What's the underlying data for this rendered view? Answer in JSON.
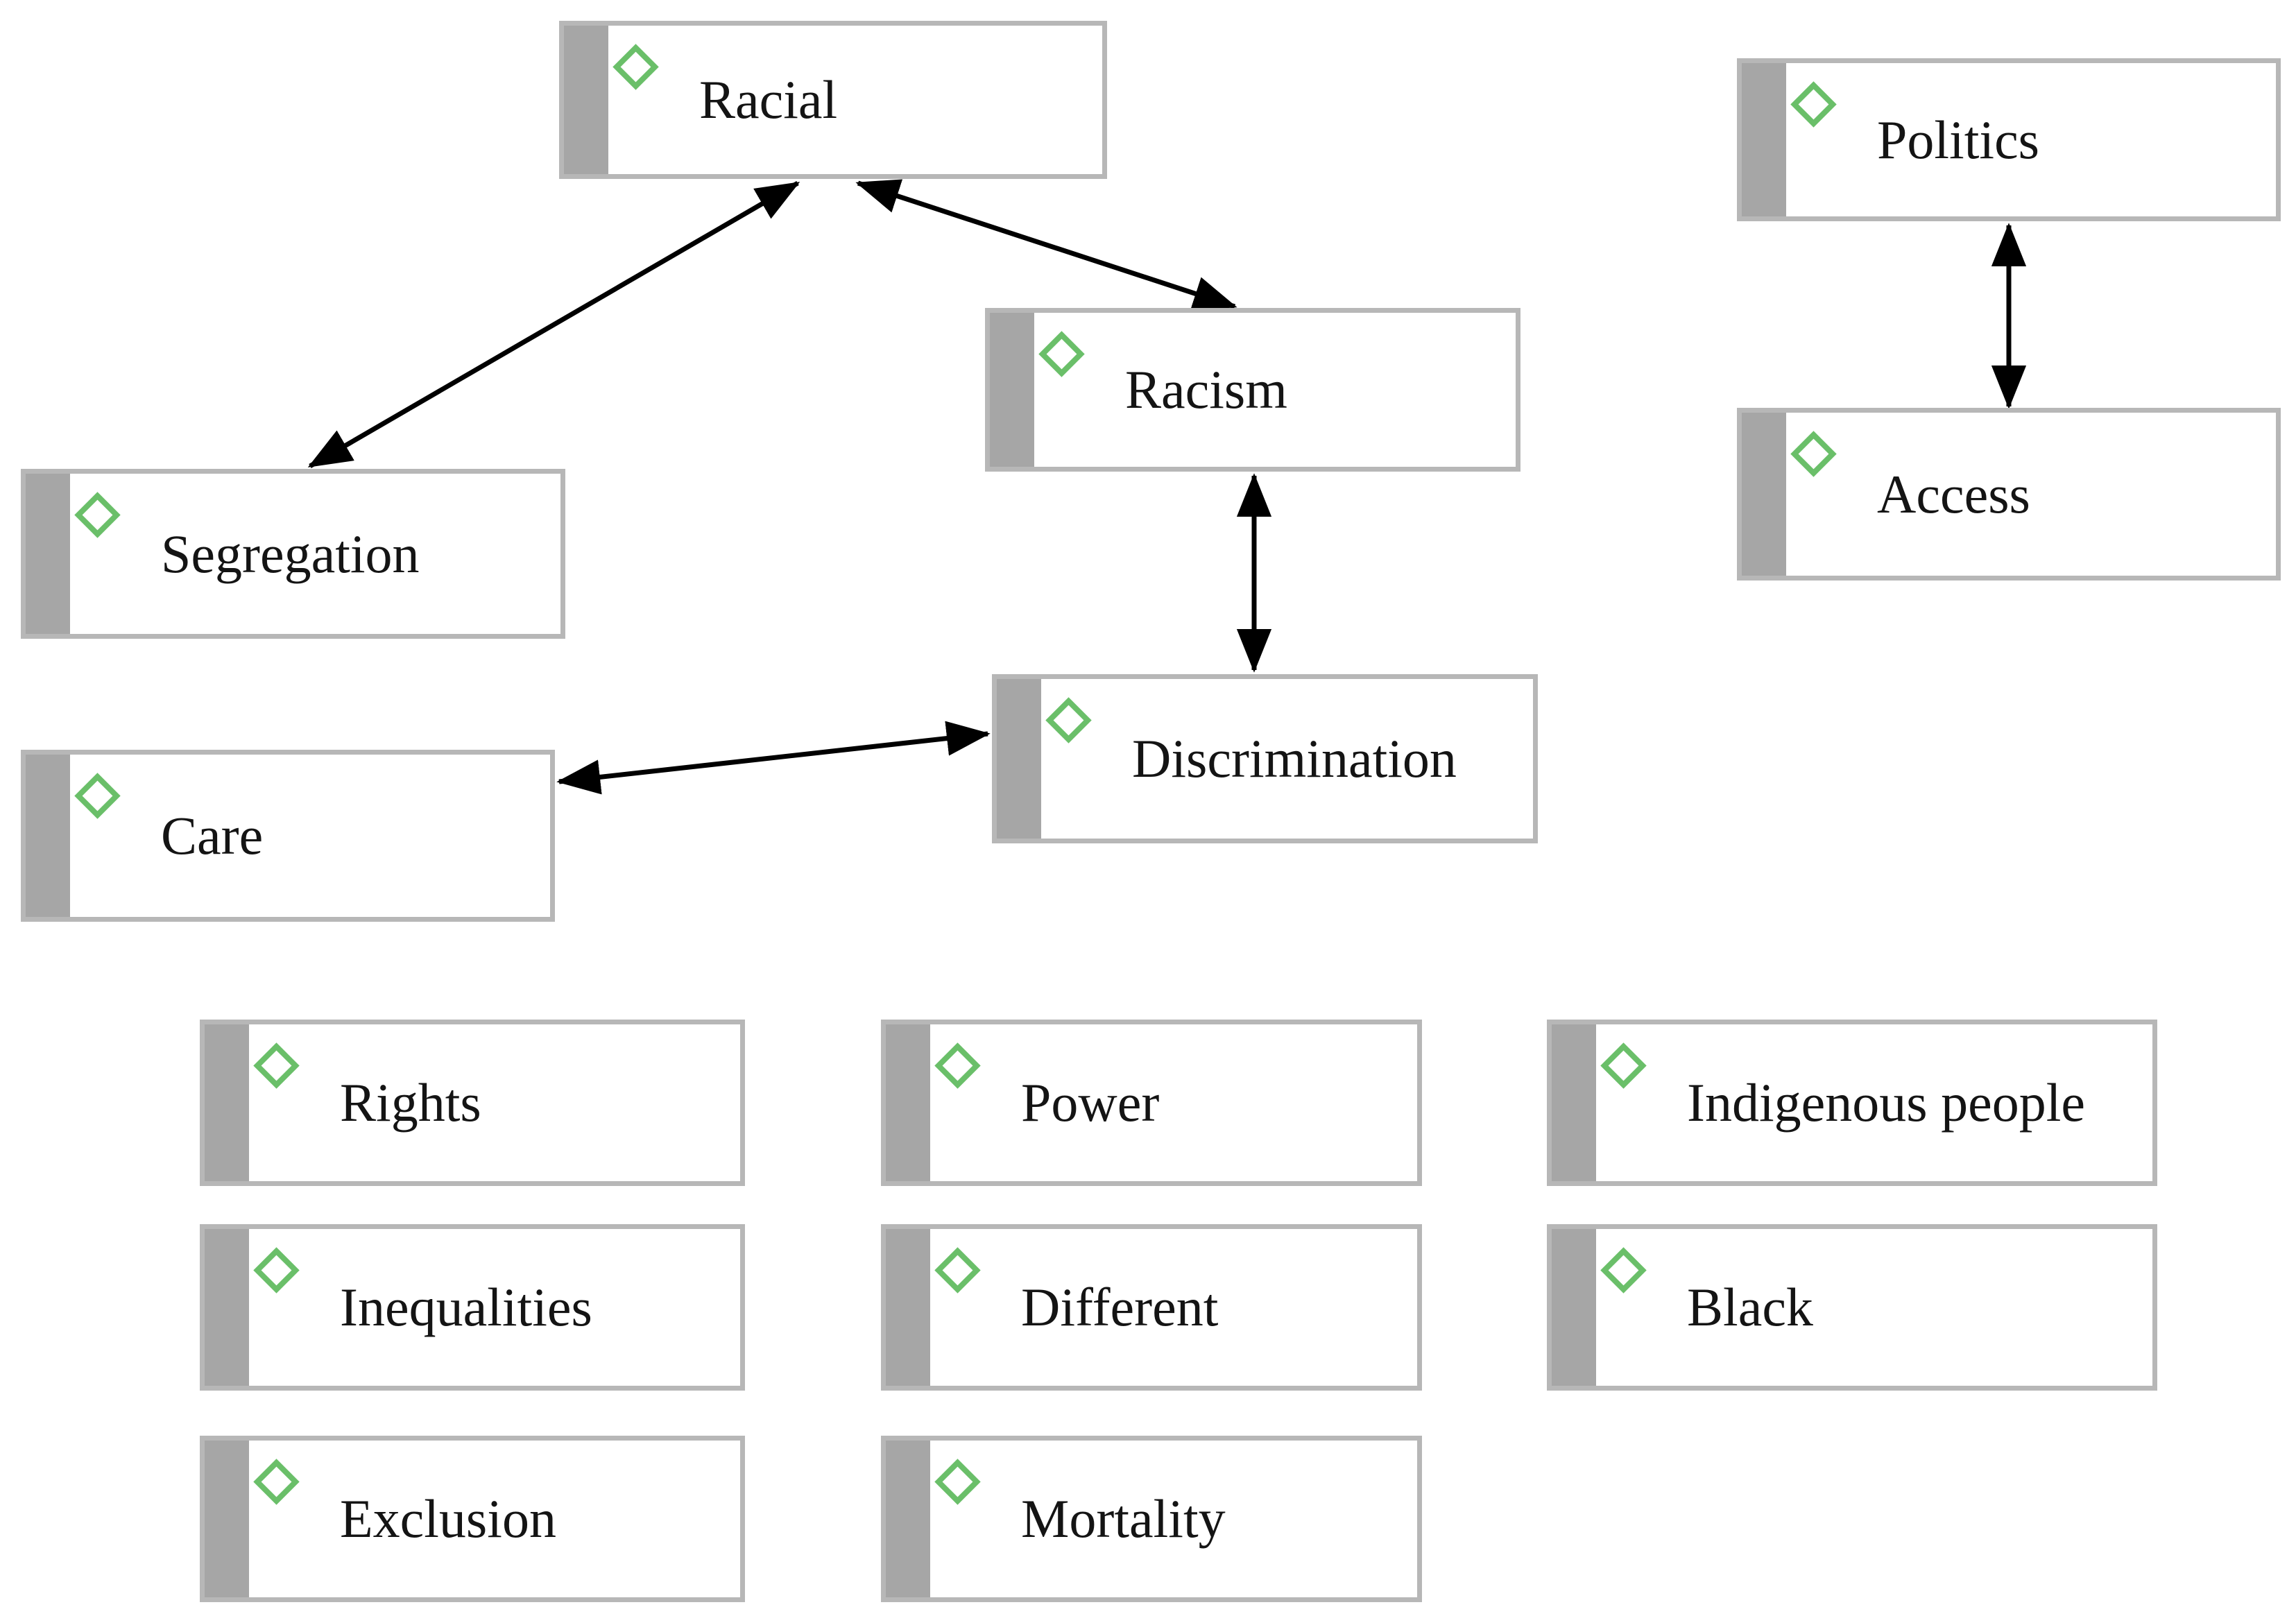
{
  "diagram": {
    "background_color": "#ffffff",
    "node_fill_color": "#ffffff",
    "node_border_color": "#b7b7b7",
    "node_bar_color": "#a6a6a6",
    "diamond_icon_color": "#6abf69",
    "arrow_color": "#000000",
    "nodes": [
      {
        "id": "racial",
        "label": "Racial",
        "icon": "diamond-icon"
      },
      {
        "id": "politics",
        "label": "Politics",
        "icon": "diamond-icon"
      },
      {
        "id": "racism",
        "label": "Racism",
        "icon": "diamond-icon"
      },
      {
        "id": "segregation",
        "label": "Segregation",
        "icon": "diamond-icon"
      },
      {
        "id": "access",
        "label": "Access",
        "icon": "diamond-icon"
      },
      {
        "id": "discrimination",
        "label": "Discrimination",
        "icon": "diamond-icon"
      },
      {
        "id": "care",
        "label": "Care",
        "icon": "diamond-icon"
      },
      {
        "id": "rights",
        "label": "Rights",
        "icon": "diamond-icon"
      },
      {
        "id": "power",
        "label": "Power",
        "icon": "diamond-icon"
      },
      {
        "id": "indigenous-people",
        "label": "Indigenous people",
        "icon": "diamond-icon"
      },
      {
        "id": "inequalities",
        "label": "Inequalities",
        "icon": "diamond-icon"
      },
      {
        "id": "different",
        "label": "Different",
        "icon": "diamond-icon"
      },
      {
        "id": "black",
        "label": "Black",
        "icon": "diamond-icon"
      },
      {
        "id": "exclusion",
        "label": "Exclusion",
        "icon": "diamond-icon"
      },
      {
        "id": "mortality",
        "label": "Mortality",
        "icon": "diamond-icon"
      }
    ],
    "edges": [
      {
        "from": "segregation",
        "to": "racial",
        "bidirectional": true
      },
      {
        "from": "racism",
        "to": "racial",
        "bidirectional": true
      },
      {
        "from": "racism",
        "to": "discrimination",
        "bidirectional": true
      },
      {
        "from": "care",
        "to": "discrimination",
        "bidirectional": true
      },
      {
        "from": "politics",
        "to": "access",
        "bidirectional": true
      }
    ]
  }
}
